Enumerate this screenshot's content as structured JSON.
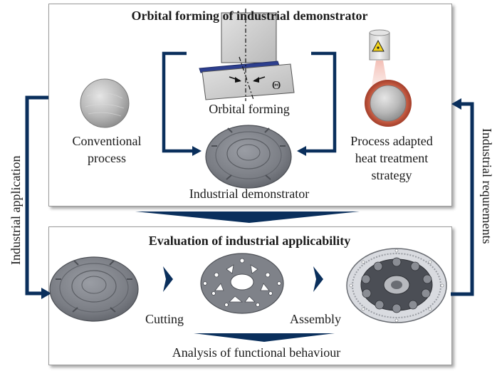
{
  "top_panel": {
    "title": "Orbital forming of industrial demonstrator",
    "orbital_label": "Orbital forming",
    "theta_symbol": "Θ",
    "conventional_line1": "Conventional",
    "conventional_line2": "process",
    "heat_line1": "Process adapted",
    "heat_line2": "heat treatment",
    "heat_line3": "strategy",
    "demonstrator_label": "Industrial demonstrator"
  },
  "bottom_panel": {
    "title": "Evaluation of industrial applicability",
    "cutting_label": "Cutting",
    "assembly_label": "Assembly",
    "analysis_label": "Analysis of functional behaviour"
  },
  "side_labels": {
    "left": "Industrial application",
    "right": "Industrial requrements"
  },
  "colors": {
    "arrow_blue": "#0a2f5c",
    "panel_border": "#9a9a9a",
    "disc_gray": "#7c7f86",
    "ring_red": "#c8553e"
  },
  "icons": [
    "laser-sensor-icon",
    "flow-arrow-icon",
    "chevron-right-icon",
    "down-triangle-icon"
  ]
}
